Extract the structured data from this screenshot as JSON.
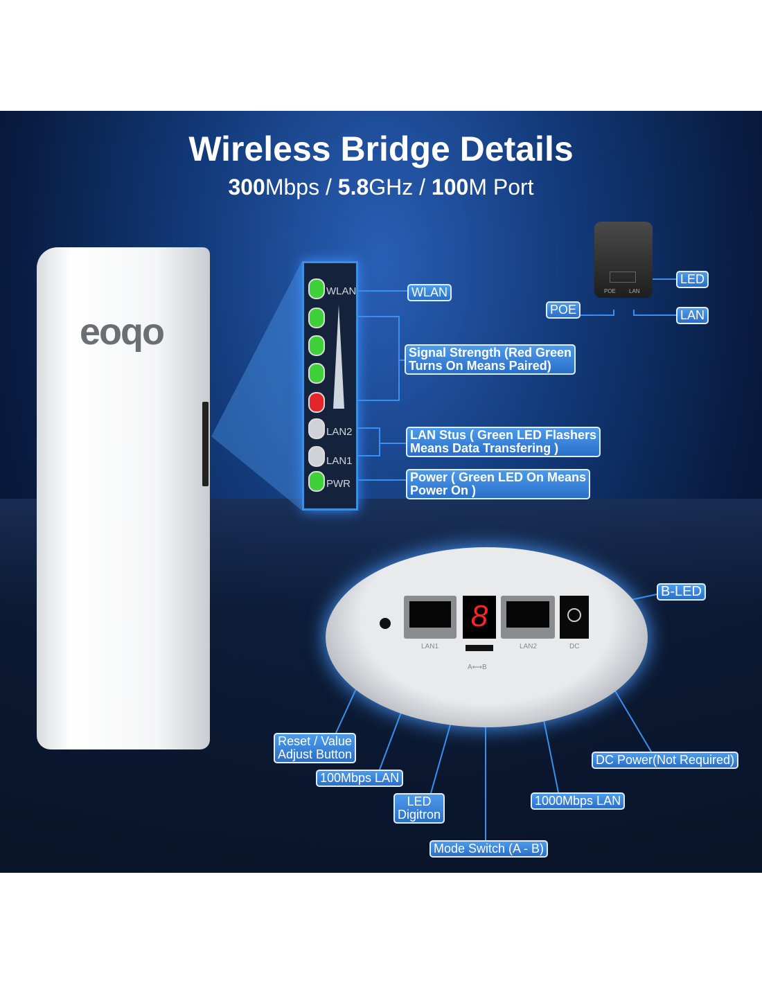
{
  "header": {
    "title": "Wireless Bridge Details",
    "subtitle": {
      "v1": "300",
      "u1": "Mbps / ",
      "v2": "5.8",
      "u2": "GHz / ",
      "v3": "100",
      "u3": "M Port"
    }
  },
  "device": {
    "logo": "eoqo"
  },
  "led_panel": {
    "labels": [
      "WLAN",
      "LAN2",
      "LAN1",
      "PWR"
    ],
    "colors": {
      "green": "#3fd13a",
      "red": "#e3262b",
      "off": "#cfd3d8"
    }
  },
  "injector": {
    "port_labels": [
      "POE",
      "LAN"
    ]
  },
  "base": {
    "ports": [
      "LAN1",
      "LAN2",
      "DC"
    ],
    "digit": "8",
    "switch": "A⟷B"
  },
  "callouts": {
    "wlan": "WLAN",
    "signal": [
      "Signal Strength (Red Green",
      "Turns On Means Paired)"
    ],
    "lan": [
      "LAN Stus ( Green LED Flashers",
      "Means Data Transfering )"
    ],
    "power": [
      "Power ( Green LED On Means",
      "Power On )"
    ],
    "led": "LED",
    "lan_port": "LAN",
    "poe": "POE",
    "bled": "B-LED",
    "reset": [
      "Reset / Value",
      "Adjust Button"
    ],
    "lan100": "100Mbps LAN",
    "digitron": [
      "LED",
      "Digitron"
    ],
    "mode": "Mode Switch (A - B)",
    "lan1000": "1000Mbps LAN",
    "dc": "DC Power(Not Required)"
  },
  "colors": {
    "accent": "#2f7fd8",
    "line": "#3a8ff0"
  }
}
